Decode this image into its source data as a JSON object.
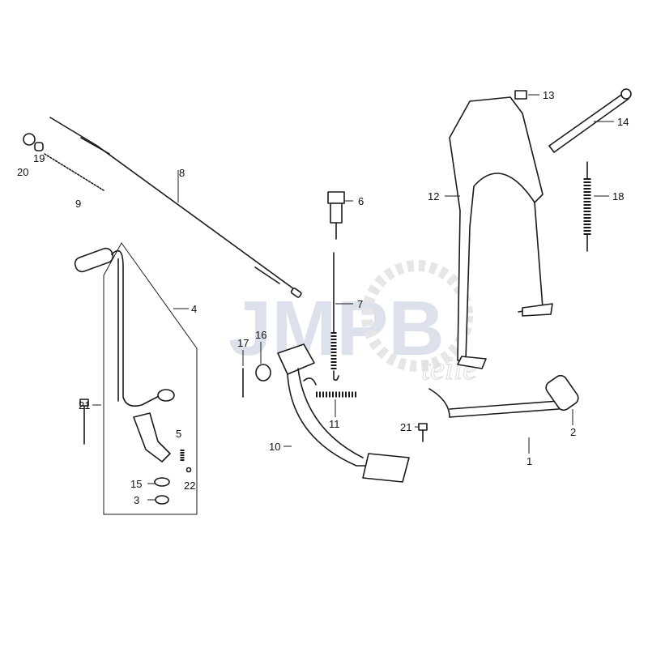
{
  "watermark": {
    "brand": "JMPB",
    "sub": "teile"
  },
  "callouts": {
    "p1": "1",
    "p2": "2",
    "p3": "3",
    "p4": "4",
    "p5": "5",
    "p6": "6",
    "p7": "7",
    "p8": "8",
    "p9": "9",
    "p10": "10",
    "p11": "11",
    "p12": "12",
    "p13": "13",
    "p14": "14",
    "p15": "15",
    "p16": "16",
    "p17": "17",
    "p18": "18",
    "p19": "19",
    "p20": "20",
    "p21a": "21",
    "p21b": "21",
    "p22": "22"
  }
}
